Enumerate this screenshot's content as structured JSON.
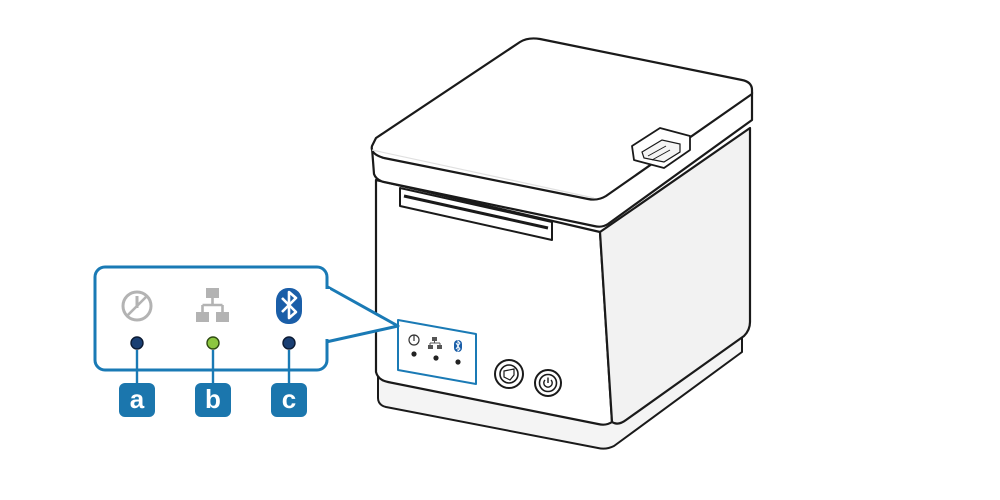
{
  "colors": {
    "accent": "#1a7ab5",
    "badge": "#1b76ad",
    "outline": "#1a1a1a",
    "device_body": "#ffffff",
    "device_shade": "#e6e6e6",
    "led_power": "#1a3f73",
    "led_network": "#8cc63f",
    "led_bluetooth": "#1a3f73",
    "callout_icon_gray": "#b3b3b3",
    "bluetooth_icon": "#1a5ea8"
  },
  "indicators": [
    {
      "icon": "power-icon",
      "led_color": "#1a3f73",
      "label": "a"
    },
    {
      "icon": "network-icon",
      "led_color": "#8cc63f",
      "label": "b"
    },
    {
      "icon": "bluetooth-icon",
      "led_color": "#1a3f73",
      "label": "c"
    }
  ],
  "device": {
    "buttons": [
      {
        "icon": "paper-feed-icon"
      },
      {
        "icon": "power-icon"
      }
    ]
  }
}
